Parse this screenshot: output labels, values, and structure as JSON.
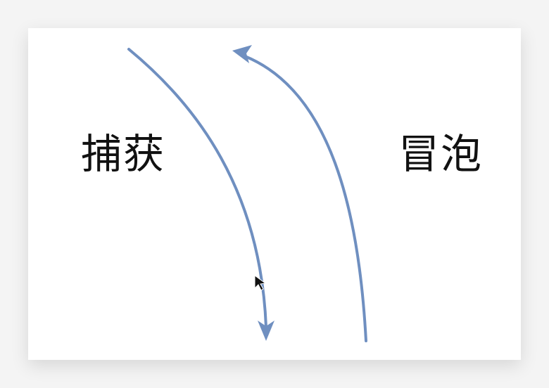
{
  "diagram": {
    "capture_label": "捕获",
    "bubble_label": "冒泡",
    "arrow_color": "#6f8fc0",
    "capture_direction": "down",
    "bubble_direction": "up"
  }
}
